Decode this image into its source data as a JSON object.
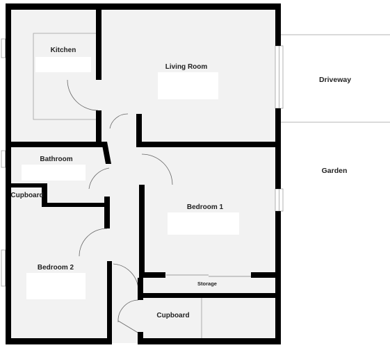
{
  "floorplan": {
    "rooms": {
      "kitchen": "Kitchen",
      "living_room": "Living Room",
      "bathroom": "Bathroom",
      "cupboard_small": "Cupboard",
      "bedroom_1": "Bedroom 1",
      "bedroom_2": "Bedroom 2",
      "storage": "Storage",
      "cupboard_large": "Cupboard"
    },
    "exterior": {
      "driveway": "Driveway",
      "garden": "Garden"
    },
    "colors": {
      "wall": "#000000",
      "floor": "#f2f2f2",
      "exterior": "#ffffff",
      "line": "#9e9e9e",
      "label_blank": "#ffffff"
    }
  }
}
